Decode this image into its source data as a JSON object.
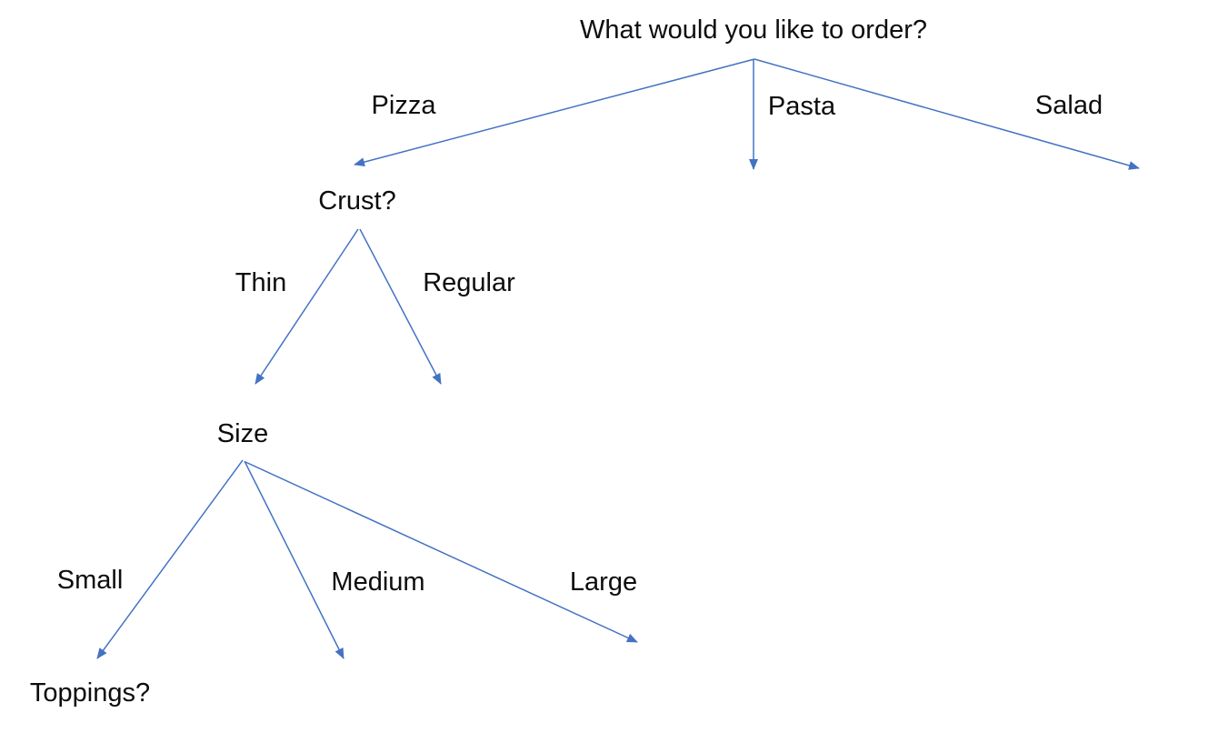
{
  "diagram": {
    "type": "decision-tree",
    "background_color": "#ffffff",
    "text_color": "#0d0d0d",
    "edge_color": "#4472C4",
    "nodes": {
      "root": {
        "label": "What would you like to order?"
      },
      "pizza": {
        "label": "Pizza"
      },
      "pasta": {
        "label": "Pasta"
      },
      "salad": {
        "label": "Salad"
      },
      "crust": {
        "label": "Crust?"
      },
      "thin": {
        "label": "Thin"
      },
      "regular": {
        "label": "Regular"
      },
      "size": {
        "label": "Size"
      },
      "small": {
        "label": "Small"
      },
      "medium": {
        "label": "Medium"
      },
      "large": {
        "label": "Large"
      },
      "toppings": {
        "label": "Toppings?"
      }
    },
    "edges": [
      {
        "from": "What would you like to order?",
        "branch_label": "Pizza",
        "to": "Crust?"
      },
      {
        "from": "What would you like to order?",
        "branch_label": "Pasta",
        "to": ""
      },
      {
        "from": "What would you like to order?",
        "branch_label": "Salad",
        "to": ""
      },
      {
        "from": "Crust?",
        "branch_label": "Thin",
        "to": "Size"
      },
      {
        "from": "Crust?",
        "branch_label": "Regular",
        "to": ""
      },
      {
        "from": "Size",
        "branch_label": "Small",
        "to": "Toppings?"
      },
      {
        "from": "Size",
        "branch_label": "Medium",
        "to": ""
      },
      {
        "from": "Size",
        "branch_label": "Large",
        "to": ""
      }
    ]
  }
}
